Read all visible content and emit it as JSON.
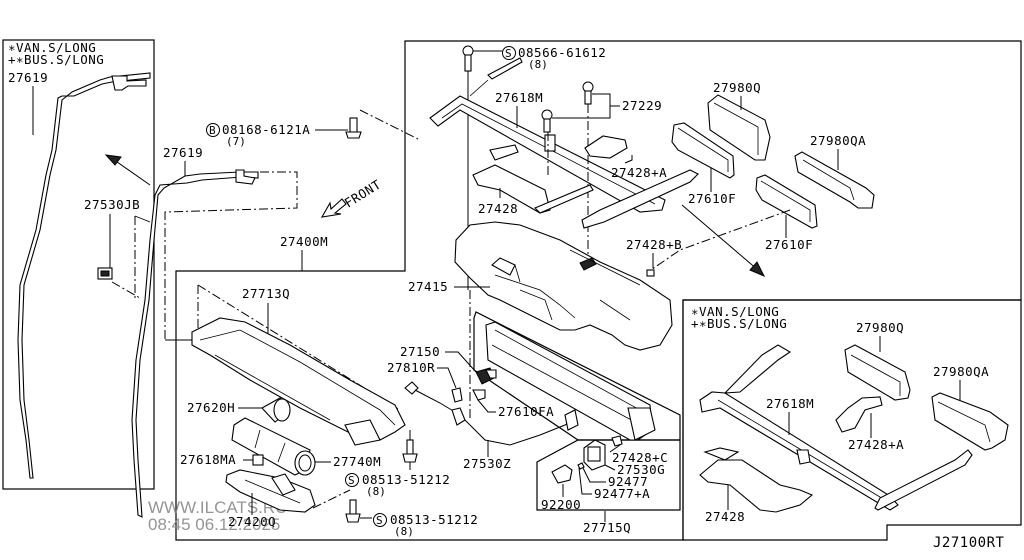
{
  "diagram": {
    "code": "J27100RT",
    "front_label": "FRONT",
    "watermark": {
      "site": "WWW.ILCATS.RU",
      "timestamp": "08:45 06.12.2025"
    },
    "inset_left": {
      "note_line1": "∗VAN.S/LONG",
      "note_line2": "+∗BUS.S/LONG",
      "part": "27619"
    },
    "inset_right": {
      "note_line1": "∗VAN.S/LONG",
      "note_line2": "+∗BUS.S/LONG",
      "parts": {
        "p27980q": "27980Q",
        "p27980qa": "27980QA",
        "p27618m": "27618M",
        "p27428a": "27428+A",
        "p27428": "27428"
      }
    },
    "fasteners": {
      "s08566": {
        "symbol": "S",
        "number": "08566-61612",
        "qty": "(8)"
      },
      "b08168": {
        "symbol": "B",
        "number": "08168-6121A",
        "qty": "(7)"
      },
      "s08513a": {
        "symbol": "S",
        "number": "08513-51212",
        "qty": "(8)"
      },
      "s08513b": {
        "symbol": "S",
        "number": "08513-51212",
        "qty": "(8)"
      }
    },
    "parts": {
      "p27618m": "27618M",
      "p27229": "27229",
      "p27980q": "27980Q",
      "p27980qa": "27980QA",
      "p27610f_a": "27610F",
      "p27610f_b": "27610F",
      "p27428a": "27428+A",
      "p27428": "27428",
      "p27428b": "27428+B",
      "p27619": "27619",
      "p27530jb": "27530JB",
      "p27400m": "27400M",
      "p27415": "27415",
      "p27713q": "27713Q",
      "p27150": "27150",
      "p27810r": "27810R",
      "p27610fa": "27610FA",
      "p27620h": "27620H",
      "p27618ma": "27618MA",
      "p27740m": "27740M",
      "p27420q": "27420Q",
      "p27530z": "27530Z",
      "p27428c": "27428+C",
      "p27530g": "27530G",
      "p92477": "92477",
      "p92477a": "92477+A",
      "p92200": "92200",
      "p27715q": "27715Q"
    }
  }
}
